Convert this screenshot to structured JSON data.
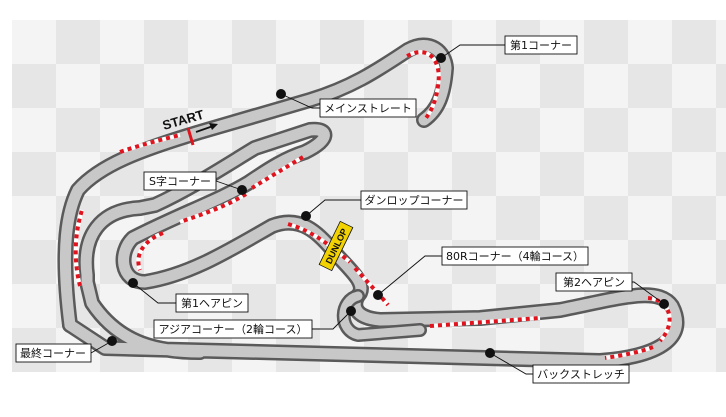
{
  "map": {
    "colors": {
      "background_checker_light": "#f4f4f4",
      "background_checker_dark": "#e6e6e6",
      "track_edge": "#5a5a5a",
      "track_surface": "#c8c8c8",
      "curb_red": "#e0141e",
      "curb_white": "#ffffff",
      "start_line": "#e0141e",
      "dunlop_bridge": "#f2d200",
      "marker_dot": "#111111"
    },
    "start_label": "START",
    "dunlop_label": "DUNLOP",
    "labels": {
      "corner1": "第1コーナー",
      "main_straight": "メインストレート",
      "s_curve": "S字コーナー",
      "dunlop_corner": "ダンロップコーナー",
      "r80_corner": "80Rコーナー（4輪コース）",
      "hairpin2": "第2ヘアピン",
      "hairpin1": "第1ヘアピン",
      "asia_corner": "アジアコーナー（2輪コース）",
      "final_corner": "最終コーナー",
      "back_straight": "バックストレッチ"
    }
  }
}
